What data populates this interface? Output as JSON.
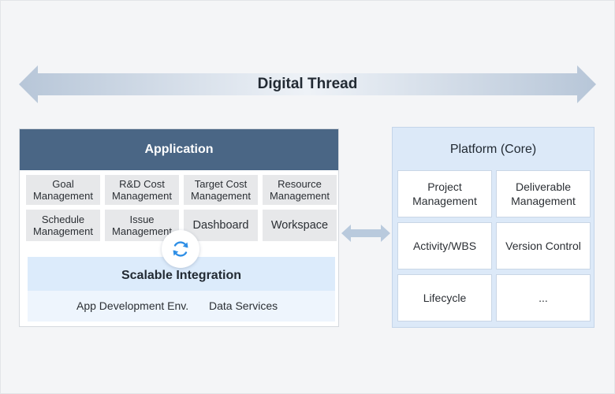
{
  "thread": {
    "label": "Digital Thread"
  },
  "application": {
    "title": "Application",
    "modules": [
      "Goal\nManagement",
      "R&D Cost\nManagement",
      "Target Cost\nManagement",
      "Resource\nManagement",
      "Schedule\nManagement",
      "Issue\nManagement",
      "Dashboard",
      "Workspace"
    ],
    "integration": {
      "title": "Scalable Integration",
      "services": [
        "App Development Env.",
        "Data Services"
      ]
    }
  },
  "platform": {
    "title": "Platform (Core)",
    "cells": [
      "Project\nManagement",
      "Deliverable\nManagement",
      "Activity/WBS",
      "Version Control",
      "Lifecycle",
      "..."
    ]
  },
  "colors": {
    "app_header": "#4a6685",
    "platform_bg": "#dce9f8",
    "integration_bg": "#dcebfb",
    "sync_icon": "#2f8fe6"
  }
}
